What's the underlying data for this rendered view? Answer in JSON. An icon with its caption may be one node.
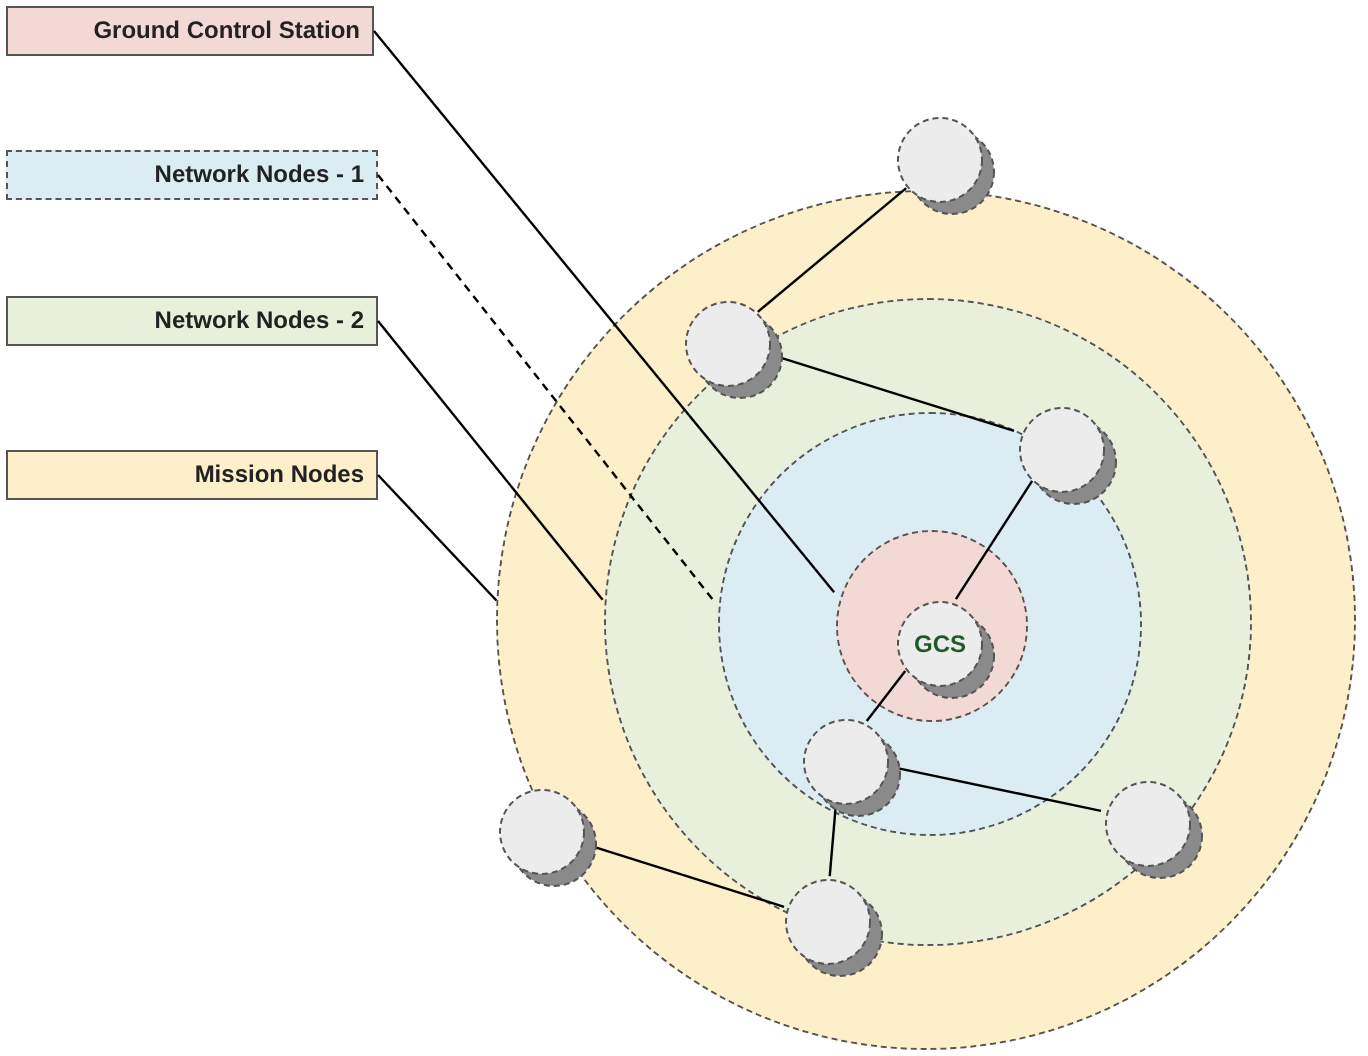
{
  "diagram": {
    "nodes": [
      {
        "text": [
          "Ground Control Station"
        ]
      },
      {
        "text": [
          "Network Nodes - 1"
        ]
      },
      {
        "text": [
          "Network Nodes - 2"
        ]
      },
      {
        "text": [
          "Mission Nodes"
        ]
      },
      {
        "text": [],
        "shape": "circle"
      },
      {
        "text": [],
        "shape": "circle",
        "in": 4
      },
      {
        "text": [],
        "shape": "circle",
        "in": 5
      },
      {
        "text": [],
        "shape": "circle",
        "in": 6
      },
      {
        "text": [
          "GCS"
        ],
        "in": 7
      },
      {
        "text": [],
        "shape": "circle"
      },
      {
        "text": [],
        "shape": "circle",
        "in": 5
      },
      {
        "text": [],
        "shape": "circle",
        "in": 6
      },
      {
        "text": [],
        "shape": "circle",
        "in": 6
      },
      {
        "text": [],
        "shape": "circle",
        "in": 5
      },
      {
        "text": [],
        "shape": "circle",
        "in": 4
      },
      {
        "text": [],
        "shape": "circle",
        "in": 4
      }
    ],
    "edges": [
      {
        "from": 0,
        "to": 7,
        "arrow": "none"
      },
      {
        "from": 1,
        "to": 6,
        "arrow": "none",
        "style": "dashed"
      },
      {
        "from": 2,
        "to": 5,
        "arrow": "none"
      },
      {
        "from": 3,
        "to": 4,
        "arrow": "none"
      },
      {
        "from": 9,
        "to": 10,
        "arrow": "none"
      },
      {
        "from": 10,
        "to": 11,
        "arrow": "none"
      },
      {
        "from": 11,
        "to": 8,
        "arrow": "none"
      },
      {
        "from": 8,
        "to": 12,
        "arrow": "none"
      },
      {
        "from": 12,
        "to": 13,
        "arrow": "none"
      },
      {
        "from": 12,
        "to": 15,
        "arrow": "none"
      },
      {
        "from": 15,
        "to": 14,
        "arrow": "none"
      }
    ]
  }
}
